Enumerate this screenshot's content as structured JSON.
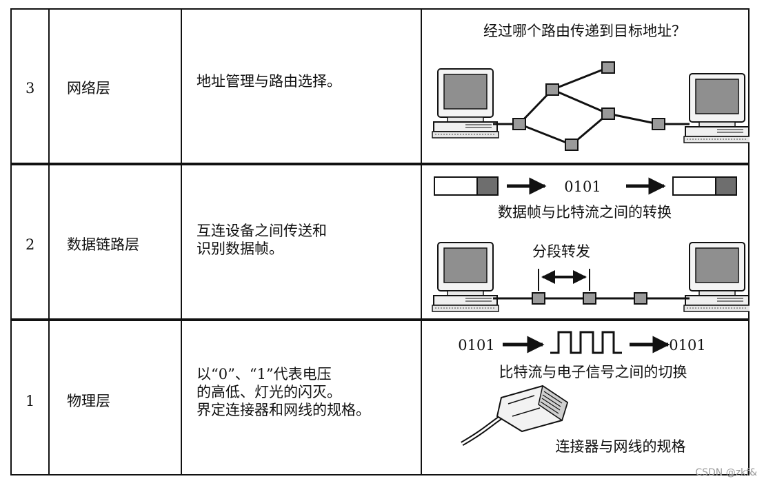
{
  "rows": [
    {
      "number": "3",
      "name": "网络层",
      "description": [
        "地址管理与路由选择。"
      ],
      "figure": {
        "caption": "经过哪个路由传递到目标地址？"
      }
    },
    {
      "number": "2",
      "name": "数据链路层",
      "description": [
        "互连设备之间传送和",
        "识别数据帧。"
      ],
      "figure": {
        "bits": "0101",
        "caption": "数据帧与比特流之间的转换",
        "segment_label": "分段转发"
      }
    },
    {
      "number": "1",
      "name": "物理层",
      "description": [
        "以“0”、“1”代表电压",
        "的高低、灯光的闪灭。",
        "界定连接器和网线的规格。"
      ],
      "figure": {
        "bits_left": "0101",
        "bits_right": "0101",
        "caption": "比特流与电子信号之间的切换",
        "connector_caption": "连接器与网线的规格"
      }
    }
  ],
  "watermark": "CSDN @zkf&"
}
